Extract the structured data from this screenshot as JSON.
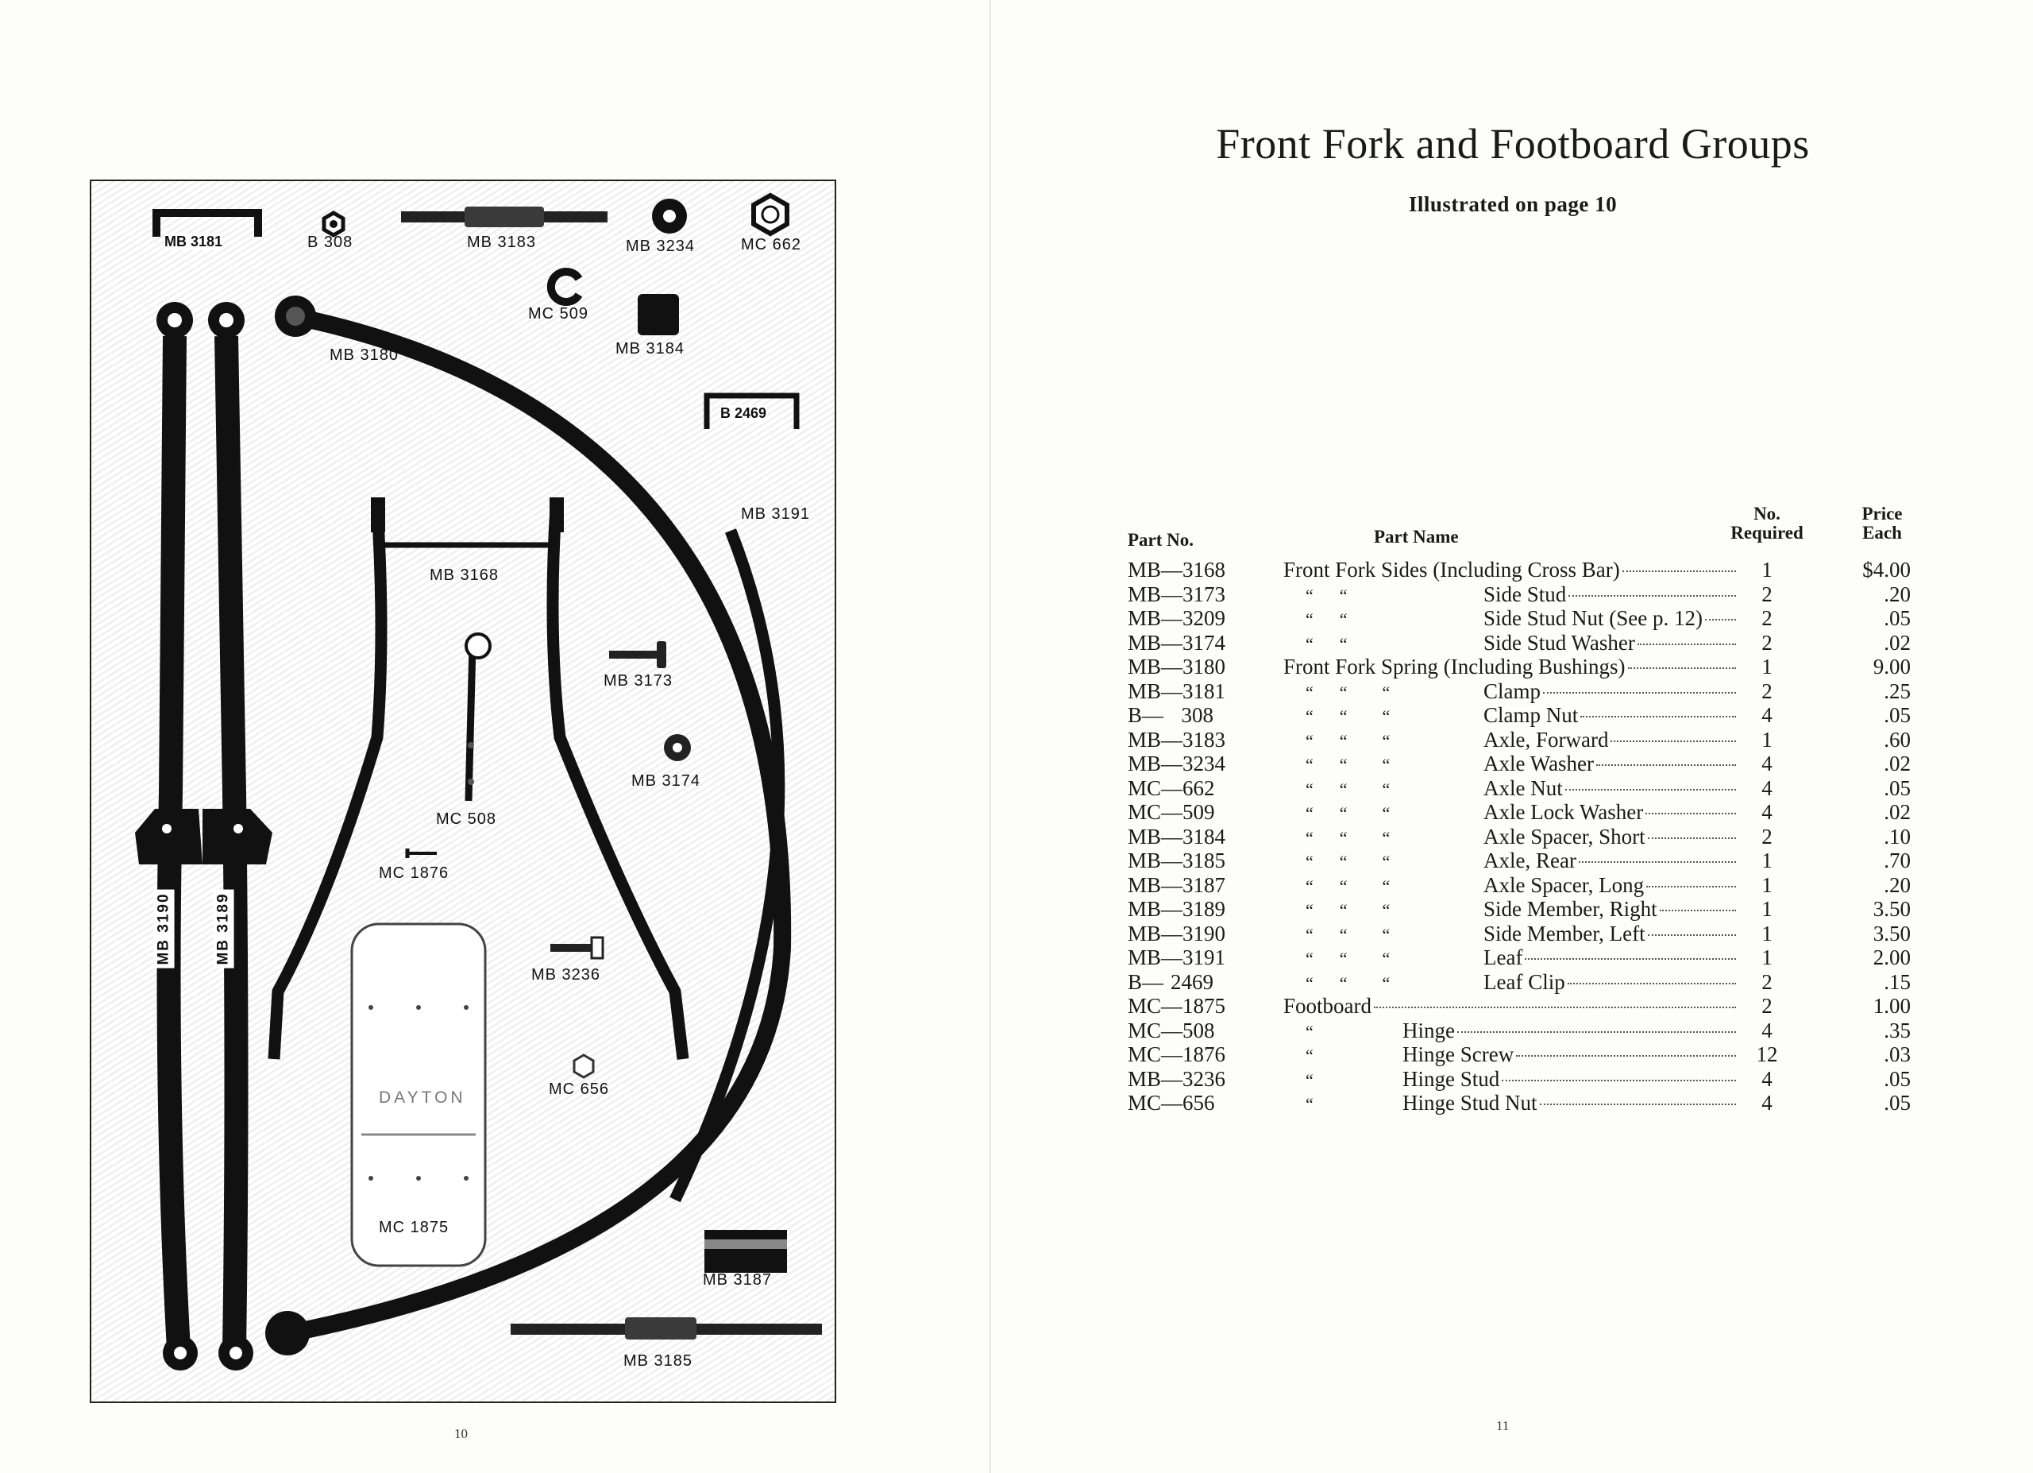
{
  "left_page": {
    "page_number": "10",
    "plate_labels": {
      "mb3181": "MB 3181",
      "b308": "B 308",
      "mb3183": "MB 3183",
      "mb3234": "MB 3234",
      "mc662": "MC 662",
      "mc509": "MC 509",
      "mb3184": "MB 3184",
      "mb3180": "MB 3180",
      "b2469": "B 2469",
      "mb3191": "MB 3191",
      "mb3168": "MB 3168",
      "mb3173": "MB 3173",
      "mb3174": "MB 3174",
      "mc508": "MC 508",
      "mc1876": "MC 1876",
      "mb3236": "MB 3236",
      "mc656": "MC 656",
      "mc1875": "MC 1875",
      "mb3187": "MB 3187",
      "mb3185": "MB 3185",
      "mb3190": "MB 3190",
      "mb3189": "MB 3189"
    },
    "footboard_brand": "DAYTON"
  },
  "right_page": {
    "title": "Front Fork and Footboard Groups",
    "subtitle": "Illustrated on page 10",
    "headers": {
      "part_no": "Part No.",
      "part_name": "Part Name",
      "no": "No.",
      "required": "Required",
      "price": "Price",
      "each": "Each"
    },
    "rows": [
      {
        "prefix": "MB—",
        "num": "3168",
        "ditto": "",
        "name": "Front Fork Sides (Including Cross Bar)",
        "qty": "1",
        "price": "$4.00"
      },
      {
        "prefix": "MB—",
        "num": "3173",
        "ditto": "“      “",
        "name": "Side Stud",
        "qty": "2",
        "price": ".20"
      },
      {
        "prefix": "MB—",
        "num": "3209",
        "ditto": "“      “",
        "name": "Side Stud Nut (See p. 12)",
        "qty": "2",
        "price": ".05"
      },
      {
        "prefix": "MB—",
        "num": "3174",
        "ditto": "“      “",
        "name": "Side Stud Washer",
        "qty": "2",
        "price": ".02"
      },
      {
        "prefix": "MB—",
        "num": "3180",
        "ditto": "",
        "name": "Front Fork Spring (Including Bushings)",
        "qty": "1",
        "price": "9.00"
      },
      {
        "prefix": "MB—",
        "num": "3181",
        "ditto": "“      “        “",
        "name": "Clamp",
        "qty": "2",
        "price": ".25"
      },
      {
        "prefix": "B—",
        "num": "308",
        "ditto": "“      “        “",
        "name": "Clamp Nut",
        "qty": "4",
        "price": ".05"
      },
      {
        "prefix": "MB—",
        "num": "3183",
        "ditto": "“      “        “",
        "name": "Axle, Forward",
        "qty": "1",
        "price": ".60"
      },
      {
        "prefix": "MB—",
        "num": "3234",
        "ditto": "“      “        “",
        "name": "Axle Washer",
        "qty": "4",
        "price": ".02"
      },
      {
        "prefix": "MC—",
        "num": "662",
        "ditto": "“      “        “",
        "name": "Axle Nut",
        "qty": "4",
        "price": ".05"
      },
      {
        "prefix": "MC—",
        "num": "509",
        "ditto": "“      “        “",
        "name": "Axle Lock Washer",
        "qty": "4",
        "price": ".02"
      },
      {
        "prefix": "MB—",
        "num": "3184",
        "ditto": "“      “        “",
        "name": "Axle Spacer, Short",
        "qty": "2",
        "price": ".10"
      },
      {
        "prefix": "MB—",
        "num": "3185",
        "ditto": "“      “        “",
        "name": "Axle, Rear",
        "qty": "1",
        "price": ".70"
      },
      {
        "prefix": "MB—",
        "num": "3187",
        "ditto": "“      “        “",
        "name": "Axle Spacer, Long",
        "qty": "1",
        "price": ".20"
      },
      {
        "prefix": "MB—",
        "num": "3189",
        "ditto": "“      “        “",
        "name": "Side Member, Right",
        "qty": "1",
        "price": "3.50"
      },
      {
        "prefix": "MB—",
        "num": "3190",
        "ditto": "“      “        “",
        "name": "Side Member, Left",
        "qty": "1",
        "price": "3.50"
      },
      {
        "prefix": "MB—",
        "num": "3191",
        "ditto": "“      “        “",
        "name": "Leaf",
        "qty": "1",
        "price": "2.00"
      },
      {
        "prefix": "B—",
        "num": "2469",
        "ditto": "“      “        “",
        "name": "Leaf Clip",
        "qty": "2",
        "price": ".15"
      },
      {
        "prefix": "MC—",
        "num": "1875",
        "ditto": "",
        "name": "Footboard",
        "qty": "2",
        "price": "1.00"
      },
      {
        "prefix": "MC—",
        "num": "508",
        "ditto": "“",
        "name": "Hinge",
        "qty": "4",
        "price": ".35"
      },
      {
        "prefix": "MC—",
        "num": "1876",
        "ditto": "“",
        "name": "Hinge Screw",
        "qty": "12",
        "price": ".03"
      },
      {
        "prefix": "MB—",
        "num": "3236",
        "ditto": "“",
        "name": "Hinge Stud",
        "qty": "4",
        "price": ".05"
      },
      {
        "prefix": "MC—",
        "num": "656",
        "ditto": "“",
        "name": "Hinge Stud Nut",
        "qty": "4",
        "price": ".05"
      }
    ],
    "page_number": "11"
  }
}
